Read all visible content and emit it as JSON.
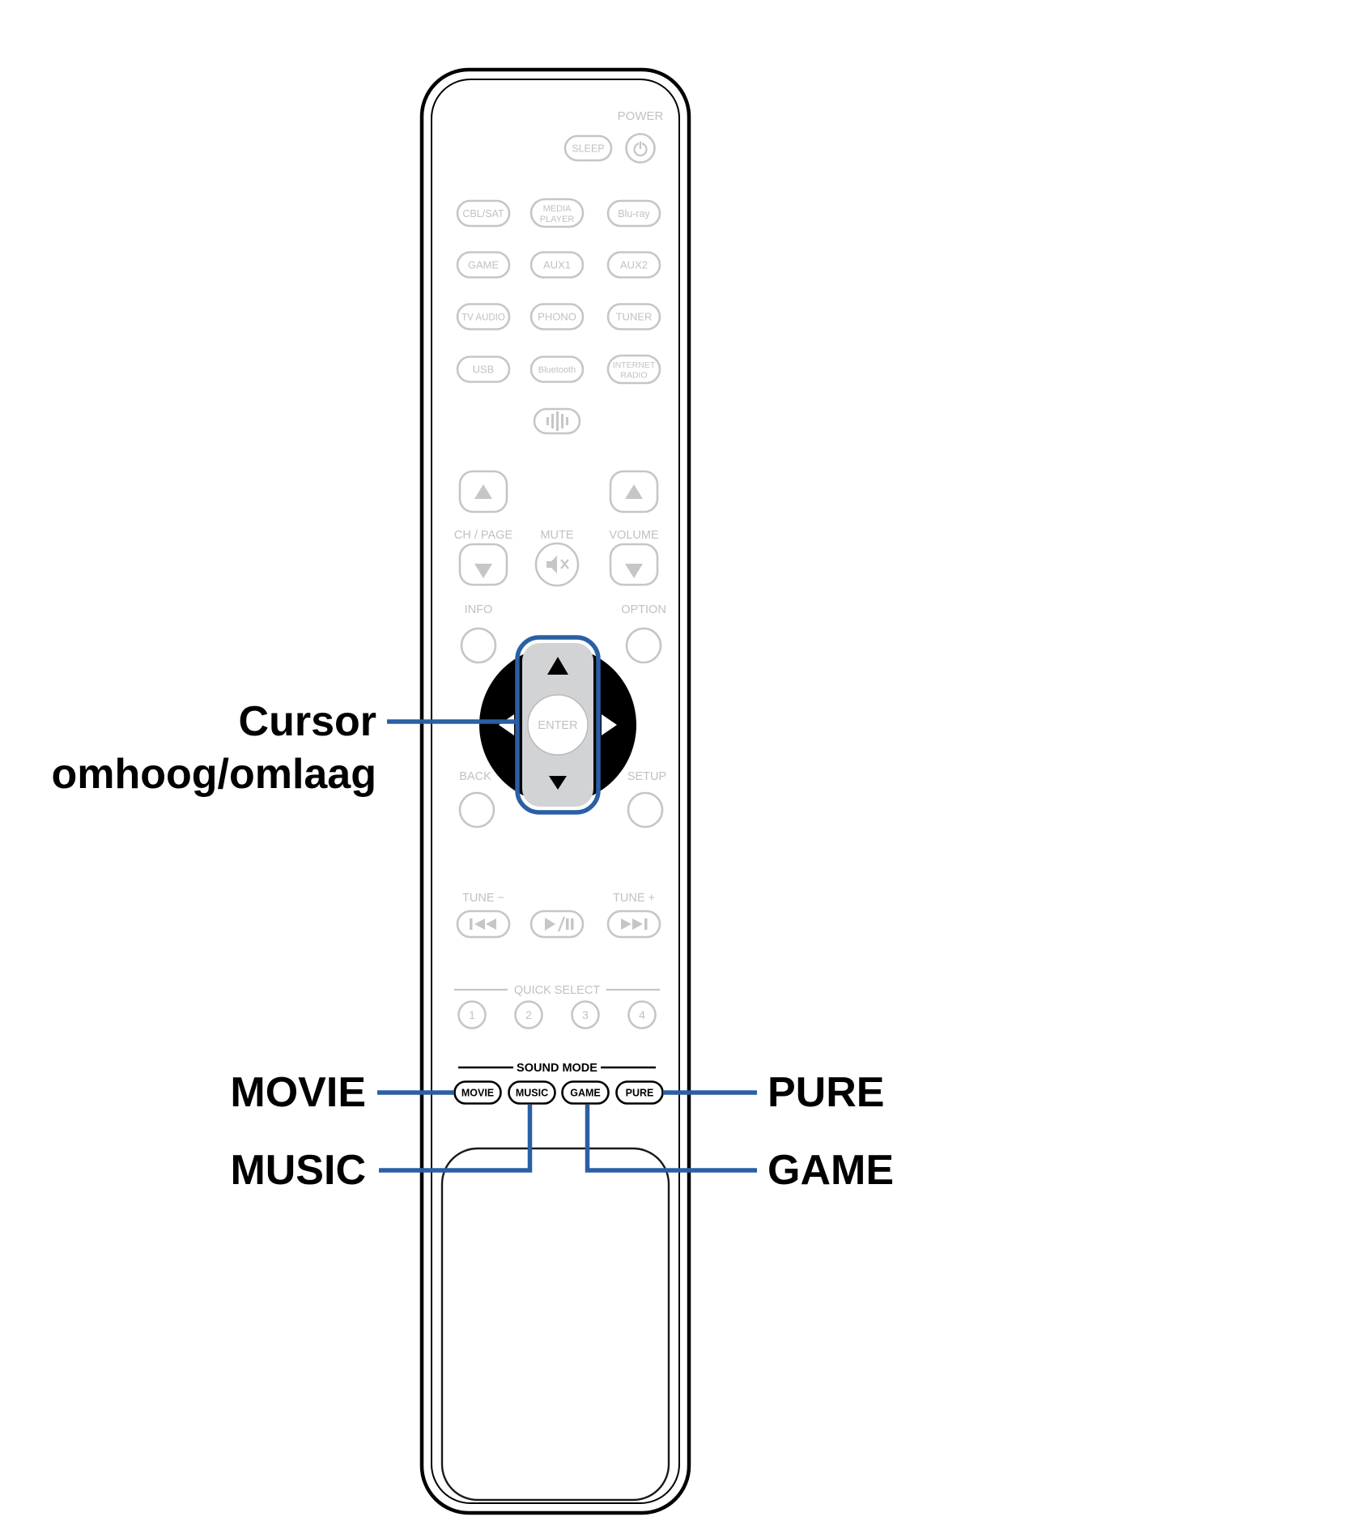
{
  "colors": {
    "accent_blue": "#2a5fa5",
    "button_gray": "#c5c6c8",
    "black": "#000000"
  },
  "callouts": {
    "cursor_line1": "Cursor",
    "cursor_line2": "omhoog/omlaag",
    "movie": "MOVIE",
    "music": "MUSIC",
    "pure": "PURE",
    "game": "GAME"
  },
  "remote": {
    "power_label": "POWER",
    "sleep": "SLEEP",
    "row1": {
      "b1": "CBL/SAT",
      "b2_line1": "MEDIA",
      "b2_line2": "PLAYER",
      "b3": "Blu-ray"
    },
    "row2": {
      "b1": "GAME",
      "b2": "AUX1",
      "b3": "AUX2"
    },
    "row3": {
      "b1": "TV AUDIO",
      "b2": "PHONO",
      "b3": "TUNER"
    },
    "row4": {
      "b1": "USB",
      "b2": "Bluetooth",
      "b3_line1": "INTERNET",
      "b3_line2": "RADIO"
    },
    "ch_page_label": "CH / PAGE",
    "mute_label": "MUTE",
    "volume_label": "VOLUME",
    "info_label": "INFO",
    "option_label": "OPTION",
    "enter": "ENTER",
    "back_label": "BACK",
    "setup_label": "SETUP",
    "tune_minus": "TUNE −",
    "tune_plus": "TUNE +",
    "quick_select_label": "QUICK SELECT",
    "quick_1": "1",
    "quick_2": "2",
    "quick_3": "3",
    "quick_4": "4",
    "sound_mode_label": "SOUND MODE",
    "sound_movie": "MOVIE",
    "sound_music": "MUSIC",
    "sound_game": "GAME",
    "sound_pure": "PURE"
  }
}
